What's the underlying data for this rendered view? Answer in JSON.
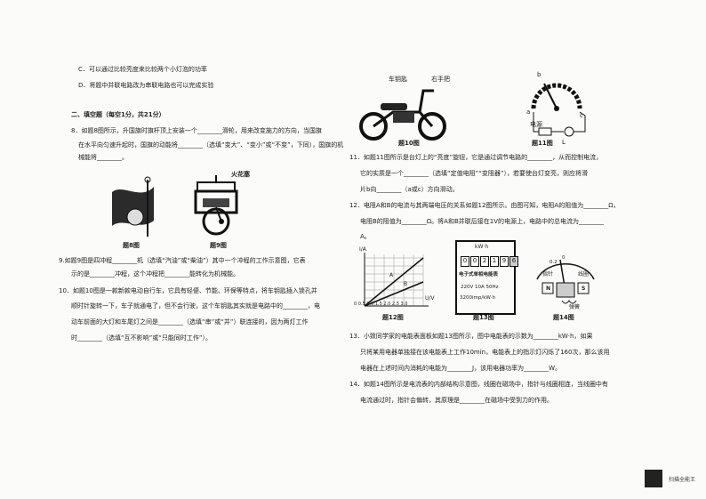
{
  "left": {
    "c_opt": "C．可以通过比较亮度来比较两个小灯泡的功率",
    "d_opt": "D．将题中并联电路改为串联电路也可以完成实验",
    "section2": "二、填空题（每空1分，共21分）",
    "q8": [
      "8．如题8图所示，升国旗时旗杆顶上安装一个________滑轮，用来改变施力的方向，当国旗",
      "在水平向匀速升起时，国旗的动能将________（选填“变大”、“变小”或“不变”，下同），国旗的机械能将________。"
    ],
    "q9": [
      "9.如题9图是四冲程________机（选填“汽油”或“柴油”）其中一个冲程的工作示意图，它表",
      "示的是________冲程，这个冲程把________能转化为机械能。"
    ],
    "q10": [
      "10．如题10图是一款新款电动自行车，它具有轻便、节能、环保等特点，将车钥匙插入锁孔并",
      "顺时针旋转一下，车子就通电了，但不会行驶，这个车钥匙其实就是电路中的________，电",
      "动车前面的大灯和车尾灯之间是________（选填“串”或“并”）联连接的，因为两灯工作",
      "时________（选填“互不影响”或“只能同时工作”）。"
    ],
    "fig8_label": "题8图",
    "fig9_label": "题9图",
    "fig9_spark": "火花塞"
  },
  "right": {
    "fig10_label": "题10图",
    "fig10_key": "车钥匙",
    "fig10_handle": "右手把",
    "fig11_label": "题11图",
    "fig11_source": "电源",
    "fig11_b": "b",
    "fig11_a": "a",
    "fig11_c": "c",
    "fig11_l": "L",
    "q11": [
      "11．如题11图所示是台灯上的“亮度”旋钮，它是通过调节电路的________，从而控制电流，",
      "它的实质是一个________（选填“定值电阻”“变阻器”），若要使台灯变亮，则应将滑",
      "片b向________（a或c）方向滑动。"
    ],
    "q12": [
      "12．电阻A和B的电流与其两端电压的关系如题12图所示。由图可知，电阻A的阻值为________Ω，",
      "电阻B的阻值为________Ω。将A和B并联后接在1V的电源上，电路中的总电流为________",
      "A。"
    ],
    "fig12_label": "题12图",
    "fig12_ylabel": "I/A",
    "fig12_xlabel": "U/V",
    "fig12_A": "A",
    "fig12_B": "B",
    "fig12_yticks": [
      "0.6",
      "0.5",
      "0.4",
      "0.3",
      "0.2",
      "0.1"
    ],
    "fig12_xticks": "0 0.5 1.0 1.5 2.0 2.5 3.0",
    "fig13_label": "题13图",
    "fig13_unit": "kW·h",
    "fig13_digits": [
      "0",
      "0",
      "2",
      "1",
      "9",
      "6"
    ],
    "fig13_title": "电子式单相电能表",
    "fig13_spec1": "220V 10A 50Hz",
    "fig13_spec2": "3200imp/kW·h",
    "fig14_label": "题14图",
    "fig14_pointer": "指针",
    "fig14_coil": "线圈",
    "fig14_spring": "弹簧",
    "fig14_n": "N",
    "fig14_s": "S",
    "fig14_scale": [
      "0.2",
      "0",
      "0.2",
      "0.4",
      "0.6"
    ],
    "q13": [
      "13．小致同学家的电能表面板如题13图所示，图中电能表的示数为________kW·h，如果",
      "只将某用电器单独接在该电能表上工作10min，电能表上的指示灯闪烁了160次，那么该用",
      "电器在上述时间内消耗的电能为________J，该用电器功率为________W。"
    ],
    "q14": [
      "14．如题14图所示是电流表的内部结构示意图，线圈在磁场中，指针与线圈相连，当线圈中有",
      "电流通过时，指针会偏转，其原理是________在磁场中受到力的作用。"
    ]
  },
  "footer": {
    "badge": "扫描全能王"
  }
}
